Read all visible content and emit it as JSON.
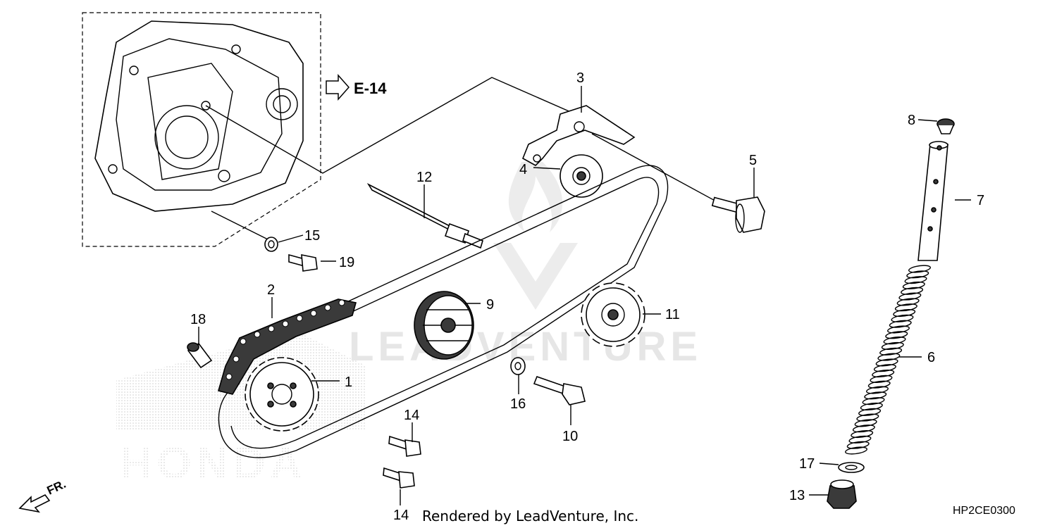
{
  "diagram": {
    "reference_label": "E-14",
    "front_marker": "FR.",
    "watermark": "LEADVENTURE",
    "credit": "Rendered by LeadVenture, Inc.",
    "diagram_code": "HP2CE0300",
    "brand_watermark": "HONDA",
    "callouts": {
      "p1": "1",
      "p2": "2",
      "p3": "3",
      "p4": "4",
      "p5": "5",
      "p6": "6",
      "p7": "7",
      "p8": "8",
      "p9": "9",
      "p10": "10",
      "p11": "11",
      "p12": "12",
      "p13": "13",
      "p14a": "14",
      "p14b": "14",
      "p15": "15",
      "p16": "16",
      "p17": "17",
      "p18": "18",
      "p19": "19"
    }
  }
}
